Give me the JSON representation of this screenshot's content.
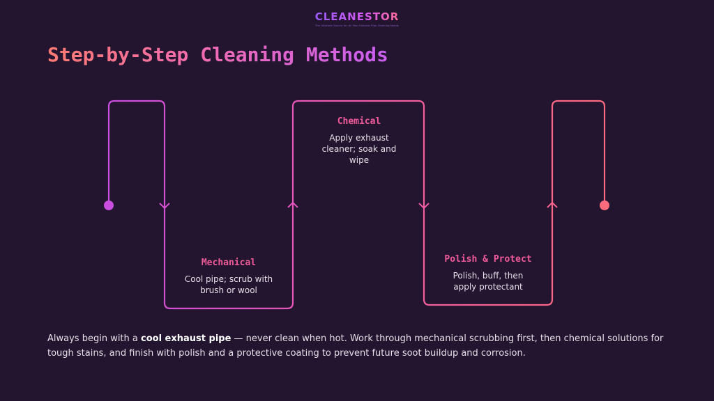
{
  "logo": {
    "wordmark": "CLEANESTOR",
    "tagline": "The Ultimate Source for All Your Exhaust Pipe Cleaning Needs"
  },
  "title": "Step-by-Step Cleaning Methods",
  "steps": [
    {
      "title": "Mechanical",
      "description": "Cool pipe; scrub with brush or wool"
    },
    {
      "title": "Chemical",
      "description": "Apply exhaust cleaner; soak and wipe"
    },
    {
      "title": "Polish & Protect",
      "description": "Polish, buff, then apply protectant"
    }
  ],
  "body": {
    "intro": "Always begin with a ",
    "emphasis": "cool exhaust pipe",
    "rest": " — never clean when hot. Work through mechanical scrubbing first, then chemical solutions for tough stains, and finish with polish and a protective coating to prevent future soot buildup and corrosion."
  },
  "colors": {
    "background": "#231530",
    "accent_start": "#c94ee0",
    "accent_end": "#ff6b7d",
    "step_title": "#f05a9a",
    "text": "#e6dfe9"
  }
}
